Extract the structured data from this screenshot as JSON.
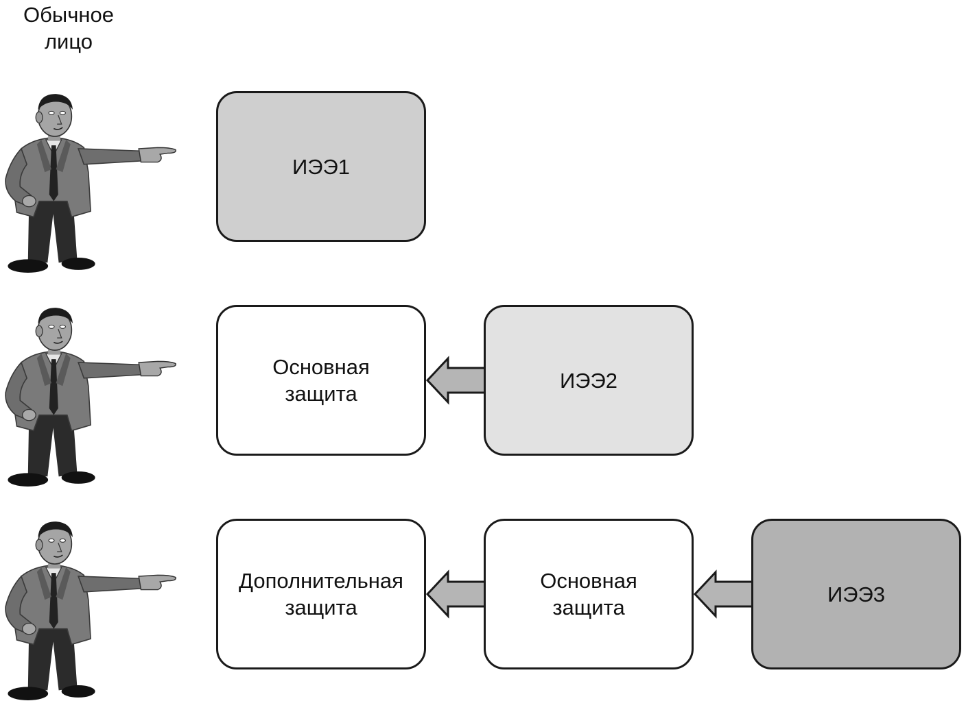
{
  "person": {
    "label": "Обычное\nлицо",
    "icon": "pointing-man-icon"
  },
  "rows": [
    {
      "boxes": [
        {
          "label": "ИЭЭ1",
          "fill": "#cfcfcf"
        }
      ]
    },
    {
      "boxes": [
        {
          "label": "Основная\nзащита",
          "fill": "#ffffff"
        },
        {
          "label": "ИЭЭ2",
          "fill": "#e2e2e2"
        }
      ]
    },
    {
      "boxes": [
        {
          "label": "Дополнительная\nзащита",
          "fill": "#ffffff"
        },
        {
          "label": "Основная\nзащита",
          "fill": "#ffffff"
        },
        {
          "label": "ИЭЭ3",
          "fill": "#b2b2b2"
        }
      ]
    }
  ],
  "arrow": {
    "fill": "#b5b5b5",
    "icon": "left-arrow-icon"
  }
}
